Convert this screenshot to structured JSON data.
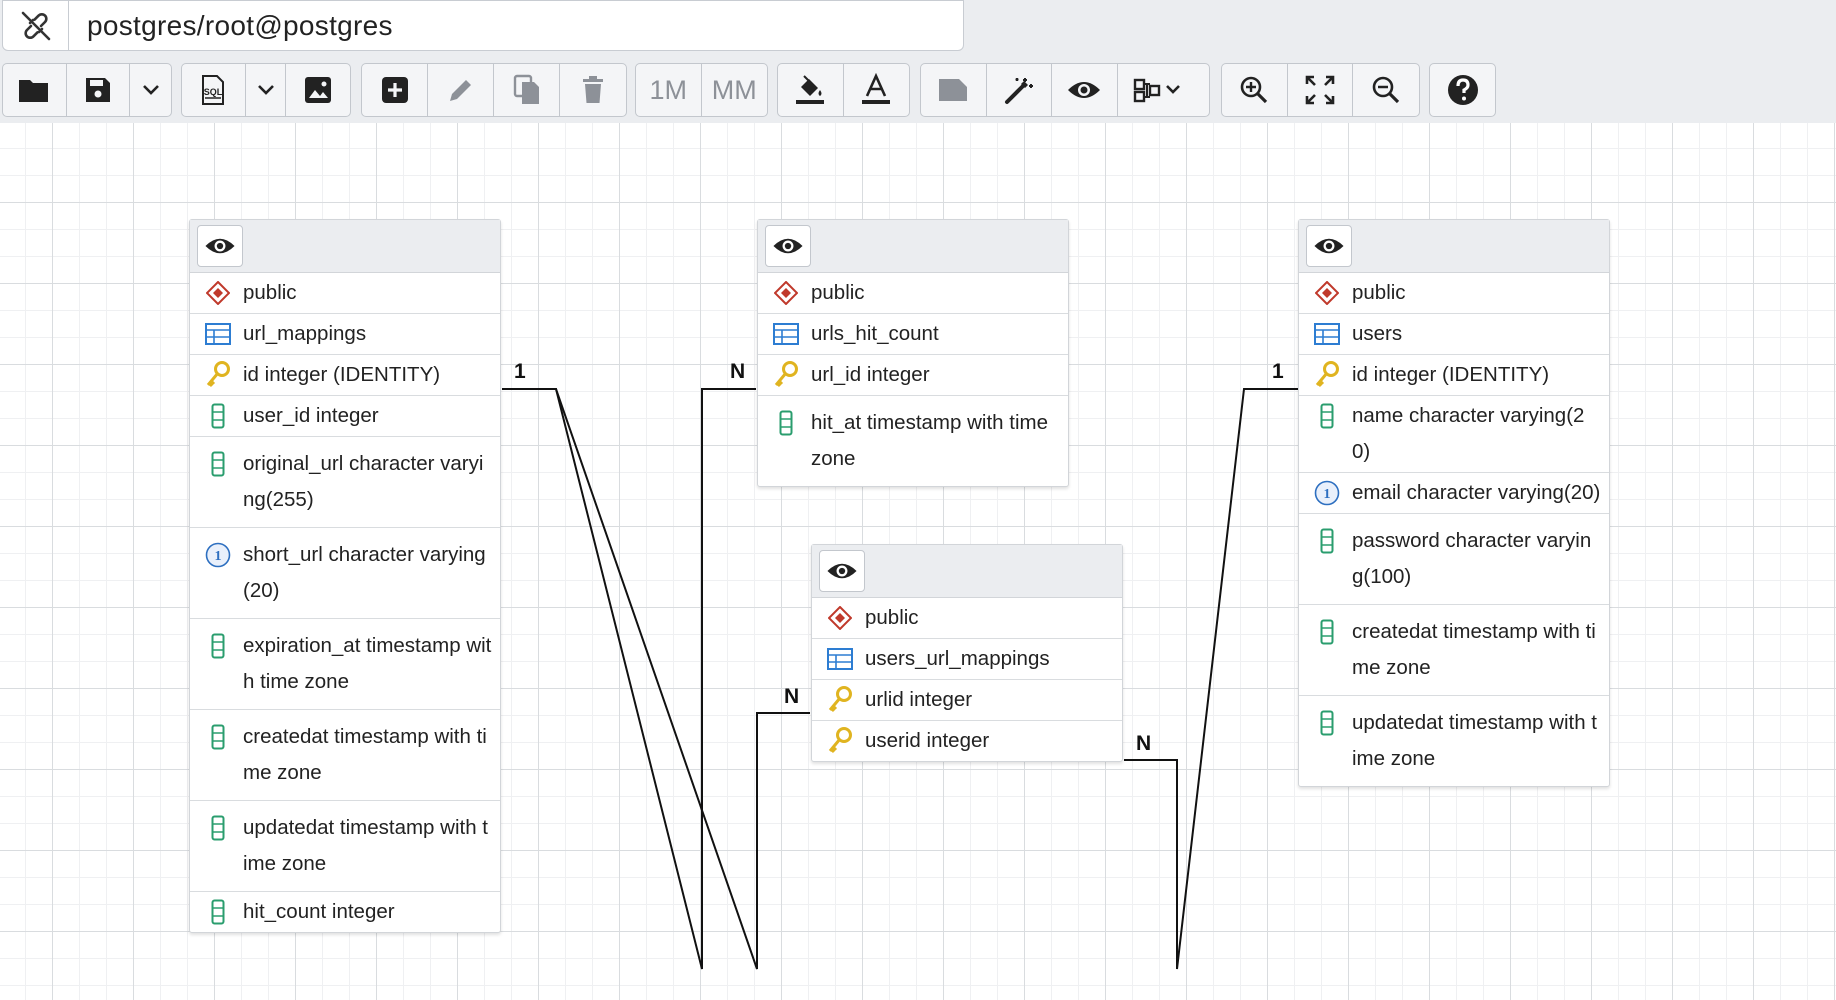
{
  "connection": {
    "label": "postgres/root@postgres",
    "icon": "disconnect-icon"
  },
  "toolbar": {
    "groups": [
      [
        "open-file-icon",
        "save-icon",
        "chevron-down-icon"
      ],
      [
        "sql-icon",
        "chevron-down-icon",
        "image-icon"
      ],
      [
        "add-table-icon",
        "edit-icon",
        "clone-icon",
        "delete-icon"
      ],
      [
        "1M",
        "MM"
      ],
      [
        "fill-color-icon",
        "text-color-icon"
      ],
      [
        "note-icon",
        "auto-align-icon",
        "eye-icon",
        "details-icon"
      ],
      [
        "zoom-in-icon",
        "zoom-fit-icon",
        "zoom-out-icon"
      ],
      [
        "help-icon"
      ]
    ],
    "one_to_many_label": "1M",
    "many_to_many_label": "MM"
  },
  "tables": [
    {
      "id": "url_mappings",
      "schema": "public",
      "name": "url_mappings",
      "columns": [
        {
          "text": "id integer (IDENTITY)",
          "kind": "pk"
        },
        {
          "text": "user_id integer",
          "kind": "col"
        },
        {
          "text": "original_url character varying(255)",
          "kind": "col"
        },
        {
          "text": "short_url character varying (20)",
          "kind": "unique"
        },
        {
          "text": "expiration_at timestamp with time zone",
          "kind": "col"
        },
        {
          "text": "createdat timestamp with time zone",
          "kind": "col"
        },
        {
          "text": "updatedat timestamp with time zone",
          "kind": "col"
        },
        {
          "text": "hit_count integer",
          "kind": "col"
        }
      ]
    },
    {
      "id": "urls_hit_count",
      "schema": "public",
      "name": "urls_hit_count",
      "columns": [
        {
          "text": "url_id integer",
          "kind": "pk"
        },
        {
          "text": "hit_at timestamp with time zone",
          "kind": "col"
        }
      ]
    },
    {
      "id": "users_url_mappings",
      "schema": "public",
      "name": "users_url_mappings",
      "columns": [
        {
          "text": "urlid integer",
          "kind": "pk"
        },
        {
          "text": "userid integer",
          "kind": "pk"
        }
      ]
    },
    {
      "id": "users",
      "schema": "public",
      "name": "users",
      "columns": [
        {
          "text": "id integer (IDENTITY)",
          "kind": "pk"
        },
        {
          "text": "name character varying(20)",
          "kind": "col"
        },
        {
          "text": "email character varying(20)",
          "kind": "unique"
        },
        {
          "text": "password character varying(100)",
          "kind": "col"
        },
        {
          "text": "createdat timestamp with time zone",
          "kind": "col"
        },
        {
          "text": "updatedat timestamp with time zone",
          "kind": "col"
        }
      ]
    }
  ],
  "relationship_labels": {
    "url_mappings_one": "1",
    "urls_hit_count_many": "N",
    "users_url_mappings_many_left": "N",
    "users_url_mappings_many_right": "N",
    "users_one": "1"
  },
  "colors": {
    "schema_icon": "#c0392b",
    "table_icon": "#2d7dd2",
    "pk_icon": "#e0b420",
    "column_icon": "#2a9d6e",
    "unique_icon": "#2d6fc0"
  }
}
